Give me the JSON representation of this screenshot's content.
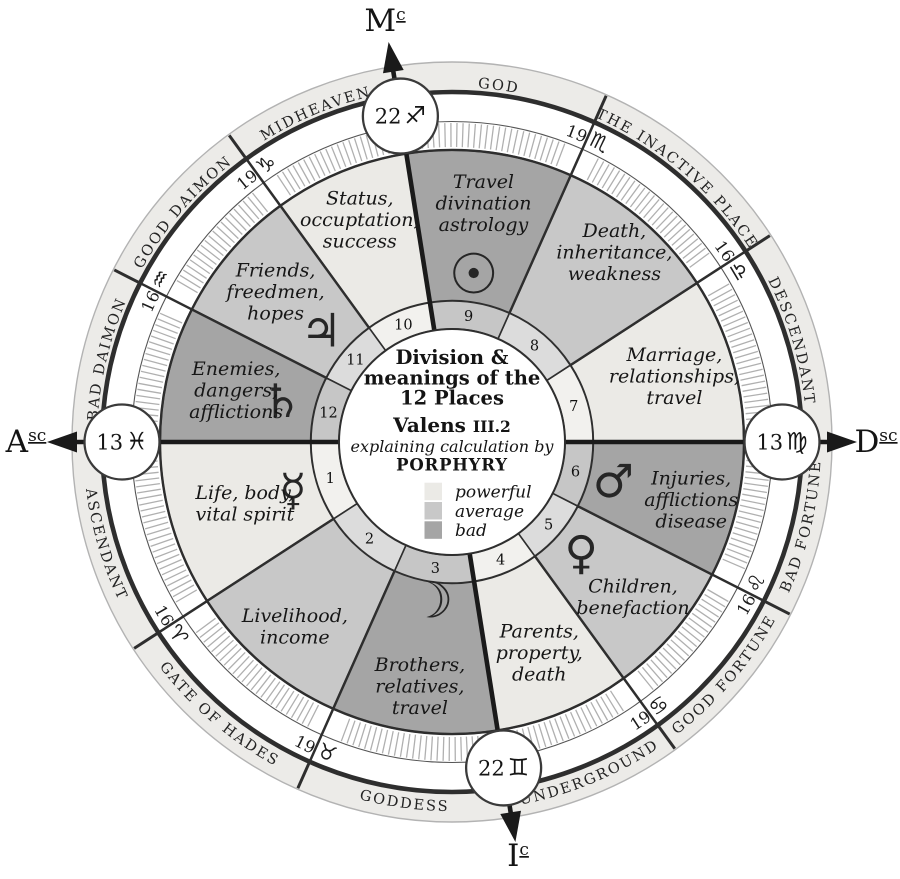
{
  "wheel": {
    "center_text": {
      "title_line1": "Division &",
      "title_line2": "meanings of the",
      "title_line3": "12 Places",
      "source": "Valens",
      "source_ref": "III.2",
      "subtitle": "explaining calculation by",
      "method": "PORPHYRY"
    },
    "legend": {
      "items": [
        {
          "label": "powerful",
          "quality": "powerful"
        },
        {
          "label": "average",
          "quality": "average"
        },
        {
          "label": "bad",
          "quality": "bad"
        }
      ]
    },
    "colors": {
      "powerful": "#ebeae6",
      "average": "#c8c8c8",
      "bad": "#a5a5a5",
      "powerful_inner": "#f2f1ee",
      "average_inner": "#dcdcdc",
      "bad_inner": "#c6c6c6",
      "ring_bg": "#ecebe8",
      "line": "#2e2e2e",
      "axis": "#1a1a1a",
      "tick": "#b0b0b0"
    },
    "houses": [
      {
        "num": 1,
        "start": 180,
        "end": 213,
        "quality": "powerful",
        "place_name": "ASCENDANT",
        "meaning_lines": [
          "Life, body,",
          "vital spirit"
        ],
        "planet": "mercury",
        "planet_glyph": "☿"
      },
      {
        "num": 2,
        "start": 213,
        "end": 246,
        "quality": "average",
        "place_name": "GATE OF HADES",
        "meaning_lines": [
          "Livelihood,",
          "income"
        ],
        "planet": null,
        "planet_glyph": null
      },
      {
        "num": 3,
        "start": 246,
        "end": 279,
        "quality": "bad",
        "place_name": "GODDESS",
        "meaning_lines": [
          "Brothers,",
          "relatives,",
          "travel"
        ],
        "planet": "moon",
        "planet_glyph": "☽"
      },
      {
        "num": 4,
        "start": 279,
        "end": 306,
        "quality": "powerful",
        "place_name": "UNDERGROUND",
        "meaning_lines": [
          "Parents,",
          "property,",
          "death"
        ],
        "planet": null,
        "planet_glyph": null
      },
      {
        "num": 5,
        "start": 306,
        "end": 333,
        "quality": "average",
        "place_name": "GOOD FORTUNE",
        "meaning_lines": [
          "Children,",
          "benefaction"
        ],
        "planet": "venus",
        "planet_glyph": "♀"
      },
      {
        "num": 6,
        "start": 333,
        "end": 360,
        "quality": "bad",
        "place_name": "BAD FORTUNE",
        "meaning_lines": [
          "Injuries,",
          "afflictions",
          "disease"
        ],
        "planet": "mars",
        "planet_glyph": "♂"
      },
      {
        "num": 7,
        "start": 0,
        "end": 33,
        "quality": "powerful",
        "place_name": "DESCENDANT",
        "meaning_lines": [
          "Marriage,",
          "relationships,",
          "travel"
        ],
        "planet": null,
        "planet_glyph": null
      },
      {
        "num": 8,
        "start": 33,
        "end": 66,
        "quality": "average",
        "place_name": "THE INACTIVE PLACE",
        "meaning_lines": [
          "Death,",
          "inheritance,",
          "weakness"
        ],
        "planet": null,
        "planet_glyph": null
      },
      {
        "num": 9,
        "start": 66,
        "end": 99,
        "quality": "bad",
        "place_name": "GOD",
        "meaning_lines": [
          "Travel",
          "divination",
          "astrology"
        ],
        "planet": "sun",
        "planet_glyph": "☉"
      },
      {
        "num": 10,
        "start": 99,
        "end": 126,
        "quality": "powerful",
        "place_name": "MIDHEAVEN",
        "meaning_lines": [
          "Status,",
          "occuptation,",
          "success"
        ],
        "planet": null,
        "planet_glyph": null
      },
      {
        "num": 11,
        "start": 126,
        "end": 153,
        "quality": "average",
        "place_name": "GOOD DAIMON",
        "meaning_lines": [
          "Friends,",
          "freedmen,",
          "hopes"
        ],
        "planet": "jupiter",
        "planet_glyph": "♃"
      },
      {
        "num": 12,
        "start": 153,
        "end": 180,
        "quality": "bad",
        "place_name": "BAD DAIMON",
        "meaning_lines": [
          "Enemies,",
          "dangers,",
          "afflictions"
        ],
        "planet": "saturn",
        "planet_glyph": "♄"
      }
    ],
    "sign_cusps": [
      {
        "angle": 213,
        "degree": "16",
        "sign": "aries",
        "glyph": "♈"
      },
      {
        "angle": 246,
        "degree": "19",
        "sign": "taurus",
        "glyph": "♉"
      },
      {
        "angle": 306,
        "degree": "19",
        "sign": "cancer",
        "glyph": "♋"
      },
      {
        "angle": 333,
        "degree": "16",
        "sign": "leo",
        "glyph": "♌"
      },
      {
        "angle": 33,
        "degree": "16",
        "sign": "libra",
        "glyph": "♎"
      },
      {
        "angle": 66,
        "degree": "19",
        "sign": "scorpio",
        "glyph": "♏"
      },
      {
        "angle": 126,
        "degree": "19",
        "sign": "capricorn",
        "glyph": "♑"
      },
      {
        "angle": 153,
        "degree": "16",
        "sign": "aquarius",
        "glyph": "♒"
      }
    ],
    "axes": [
      {
        "id": "asc",
        "label": "A",
        "label_sup": "sc",
        "angle": 180,
        "degree": "13",
        "sign": "pisces",
        "sign_glyph": "♓"
      },
      {
        "id": "mc",
        "label": "M",
        "label_sup": "c",
        "angle": 99,
        "degree": "22",
        "sign": "sagittarius",
        "sign_glyph": "♐"
      },
      {
        "id": "dsc",
        "label": "D",
        "label_sup": "sc",
        "angle": 0,
        "degree": "13",
        "sign": "virgo",
        "sign_glyph": "♍"
      },
      {
        "id": "ic",
        "label": "I",
        "label_sup": "c",
        "angle": 279,
        "degree": "22",
        "sign": "gemini",
        "sign_glyph": "♊"
      }
    ]
  }
}
